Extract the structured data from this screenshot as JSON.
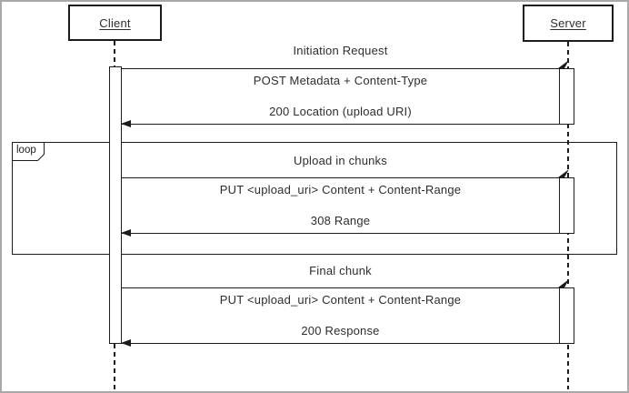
{
  "diagram": {
    "type": "uml-sequence",
    "actors": [
      {
        "name": "Client"
      },
      {
        "name": "Server"
      }
    ],
    "loop_frame": {
      "operator": "loop"
    },
    "sections": [
      {
        "title": "Initiation Request",
        "request": "POST Metadata + Content-Type",
        "response": "200 Location (upload URI)",
        "in_loop": false
      },
      {
        "title": "Upload in chunks",
        "request": "PUT <upload_uri> Content + Content-Range",
        "response": "308 Range",
        "in_loop": true
      },
      {
        "title": "Final chunk",
        "request": "PUT <upload_uri> Content + Content-Range",
        "response": "200 Response",
        "in_loop": false
      }
    ],
    "colors": {
      "line": "#1c1c1c",
      "text": "#2e2e2e",
      "outer_border": "#a9a9a9",
      "background": "#ffffff"
    }
  }
}
